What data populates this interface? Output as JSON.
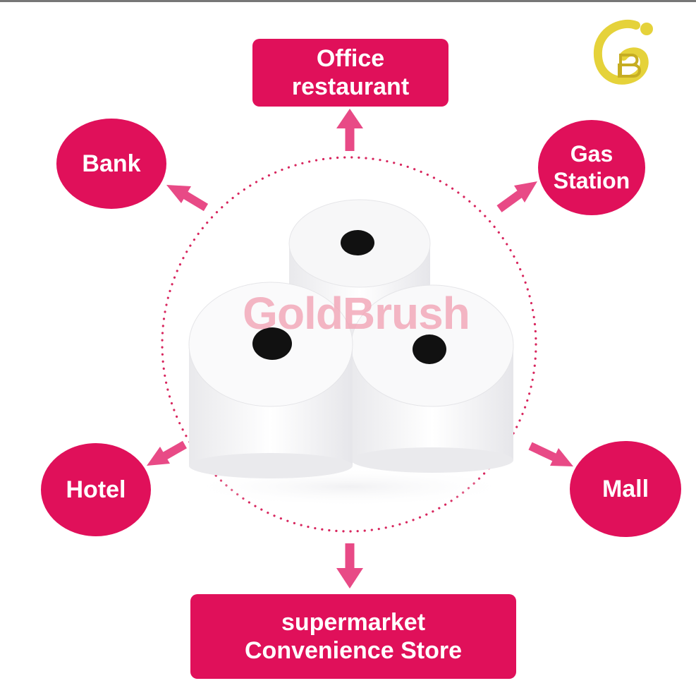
{
  "nodes": {
    "office": "Office\nrestaurant",
    "bank": "Bank",
    "gas": "Gas\nStation",
    "hotel": "Hotel",
    "mall": "Mall",
    "supermarket": "supermarket\nConvenience Store"
  },
  "watermark": "GoldBrush",
  "colors": {
    "node": "#e0105a",
    "arrow": "#e84a86",
    "ring": "#d8265e",
    "logo": "#e5d23a"
  },
  "icons": {
    "logo": "gb-logo-icon",
    "center": "paper-rolls-image"
  }
}
